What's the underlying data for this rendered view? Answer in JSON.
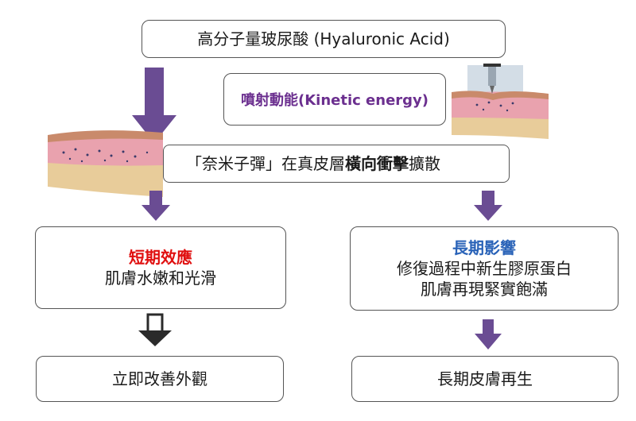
{
  "top_box": {
    "text": "高分子量玻尿酸 (Hyaluronic Acid)"
  },
  "kinetic_box": {
    "text": "噴射動能(Kinetic energy)"
  },
  "diffusion_box": {
    "before": "「奈米子彈」在真皮層",
    "bold": "橫向衝擊",
    "after": "擴散"
  },
  "short_term": {
    "title": "短期效應",
    "line1": "肌膚水嫩和光滑",
    "title_color": "#e01010"
  },
  "long_term": {
    "title": "長期影響",
    "line1": "修復過程中新生膠原蛋白",
    "line2": "肌膚再現緊實飽滿",
    "title_color": "#2a63b8"
  },
  "result_left": {
    "text": "立即改善外觀"
  },
  "result_right": {
    "text": "長期皮膚再生"
  },
  "colors": {
    "arrow_purple": "#6a4c93",
    "arrow_dark": "#2b2b2b"
  }
}
